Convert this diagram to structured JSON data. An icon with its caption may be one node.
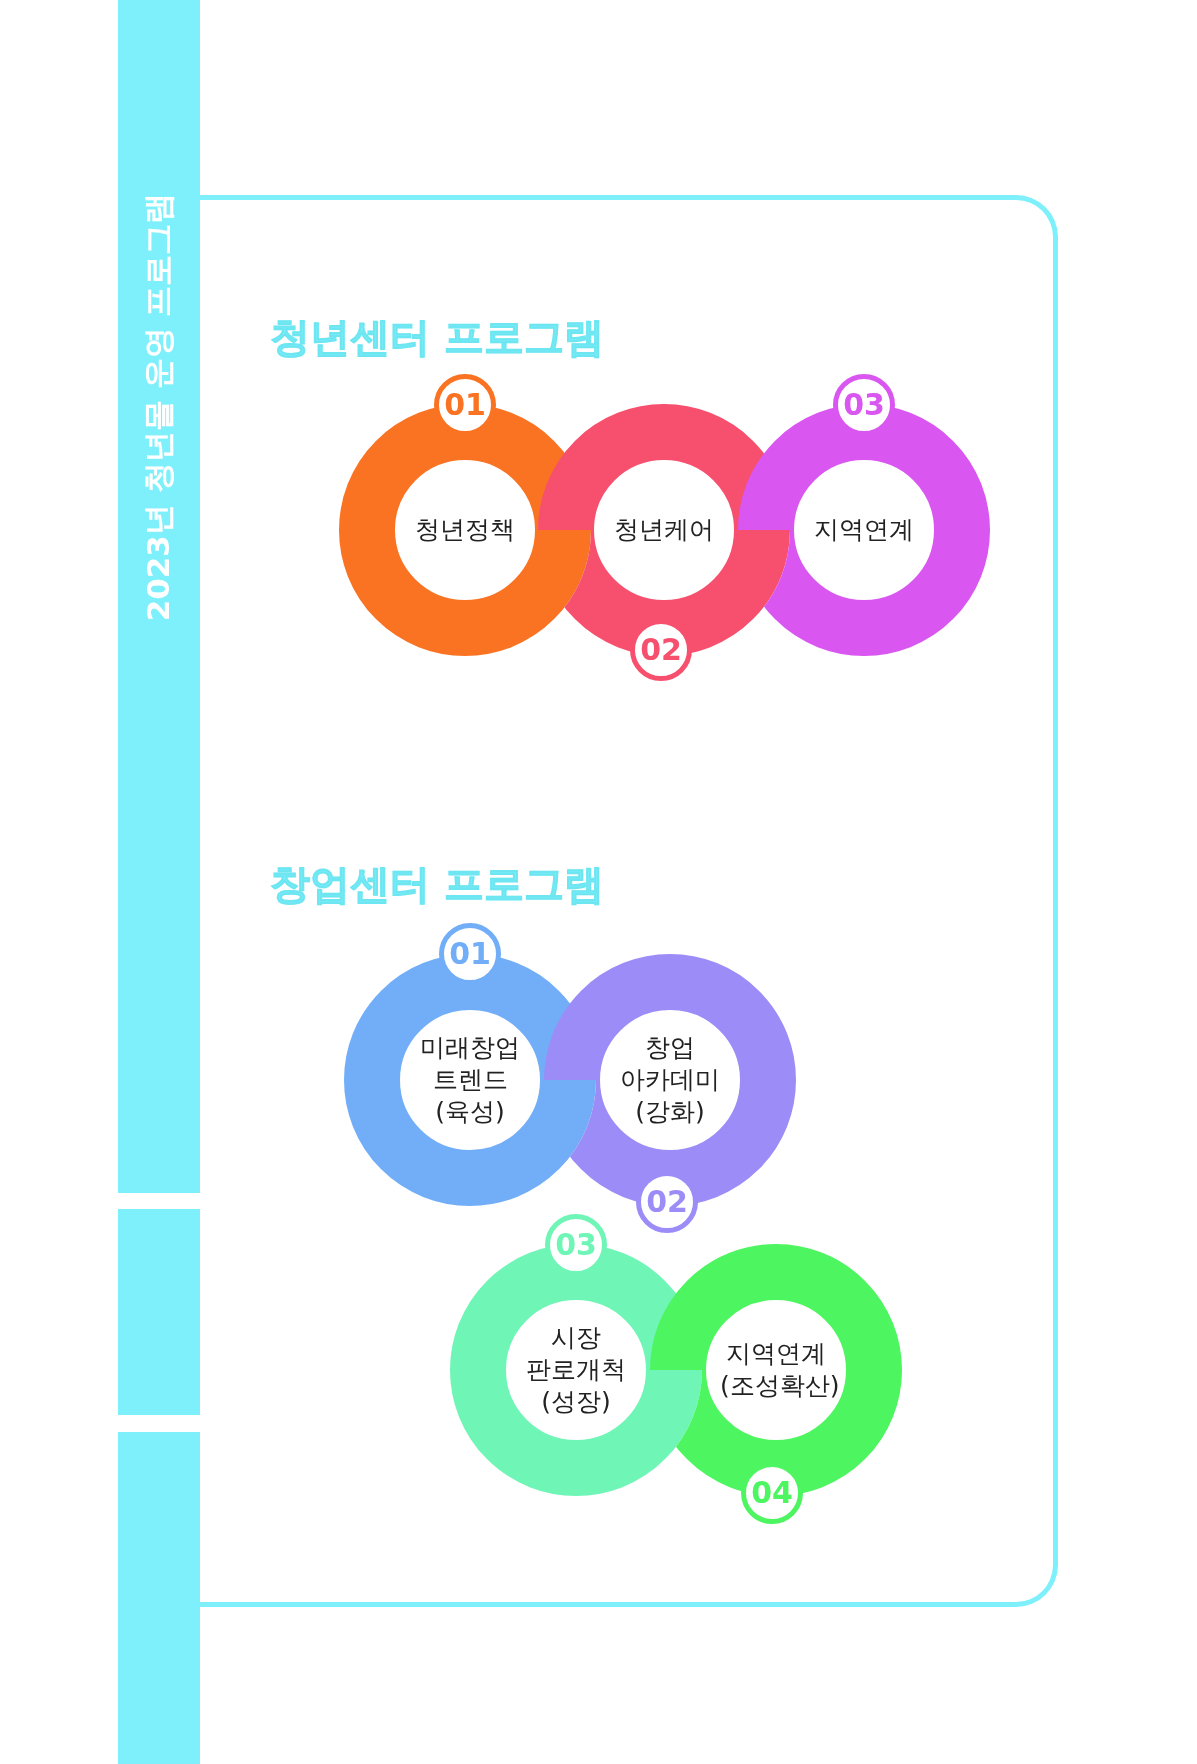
{
  "diagram": {
    "nodes": [
      {
        "text": [
          "청년정책"
        ]
      },
      {
        "text": [
          "01"
        ]
      },
      {
        "text": [
          "청년케어"
        ]
      },
      {
        "text": [
          "02"
        ]
      },
      {
        "text": [
          "지역연계"
        ]
      },
      {
        "text": [
          "03"
        ]
      },
      {
        "text": [
          "미래창업 트렌드 (육성)"
        ]
      },
      {
        "text": [
          "01"
        ]
      },
      {
        "text": [
          "창업 아카데미 (강화)"
        ]
      },
      {
        "text": [
          "02"
        ]
      },
      {
        "text": [
          "시장 판로개척 (성장)"
        ]
      },
      {
        "text": [
          "03"
        ]
      },
      {
        "text": [
          "지역연계 (조성확산)"
        ]
      },
      {
        "text": [
          "04"
        ]
      }
    ],
    "labels": [
      "2023년 청년몰 운영 프로그램",
      "청년센터 프로그램",
      "창업센터 프로그램"
    ]
  }
}
